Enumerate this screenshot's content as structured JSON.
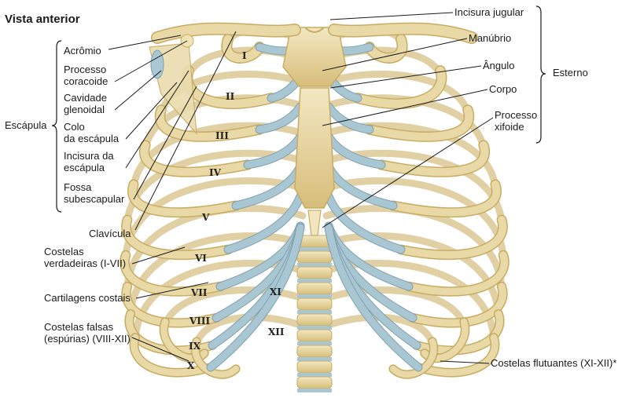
{
  "title": "Vista anterior",
  "labels_left": {
    "acromio": "Acrômio",
    "processo_coracoide_1": "Processo",
    "processo_coracoide_2": "coracoide",
    "cavidade_glenoidal_1": "Cavidade",
    "cavidade_glenoidal_2": "glenoidal",
    "colo_escapula_1": "Colo",
    "colo_escapula_2": "da escápula",
    "incisura_escapula_1": "Incisura da",
    "incisura_escapula_2": "escápula",
    "fossa_subescapular_1": "Fossa",
    "fossa_subescapular_2": "subescapular",
    "escapula": "Escápula",
    "clavicula": "Clavícula",
    "costelas_verdadeiras_1": "Costelas",
    "costelas_verdadeiras_2": "verdadeiras (I-VII)",
    "cartilagens_costais": "Cartilagens costais",
    "costelas_falsas_1": "Costelas falsas",
    "costelas_falsas_2": "(espúrias) (VIII-XII)"
  },
  "labels_right": {
    "incisura_jugular": "Incisura jugular",
    "manubrio": "Manúbrio",
    "angulo": "Ângulo",
    "corpo": "Corpo",
    "processo_xifoide_1": "Processo",
    "processo_xifoide_2": "xifoide",
    "esterno": "Esterno",
    "costelas_flutuantes": "Costelas flutuantes (XI-XII)*"
  },
  "rib_numerals": [
    "I",
    "II",
    "III",
    "IV",
    "V",
    "VI",
    "VII",
    "VIII",
    "IX",
    "X",
    "XI",
    "XII"
  ],
  "colors": {
    "bone": "#e9d9a6",
    "bone_shadow": "#c9ac63",
    "cartilage": "#a9c6d3",
    "line": "#1a1a1a"
  }
}
